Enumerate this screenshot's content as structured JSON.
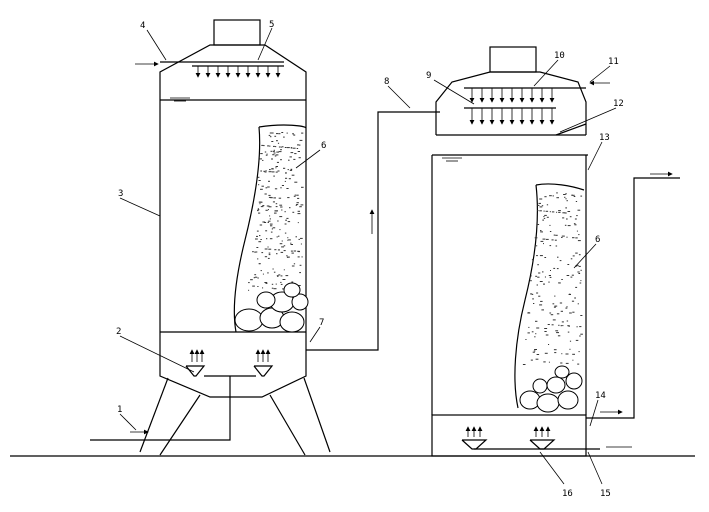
{
  "labels": {
    "l1": "1",
    "l2": "2",
    "l3": "3",
    "l4": "4",
    "l5": "5",
    "l6a": "6",
    "l6b": "6",
    "l7": "7",
    "l8": "8",
    "l9": "9",
    "l10": "10",
    "l11": "11",
    "l12": "12",
    "l13": "13",
    "l14": "14",
    "l15": "15",
    "l16": "16"
  }
}
